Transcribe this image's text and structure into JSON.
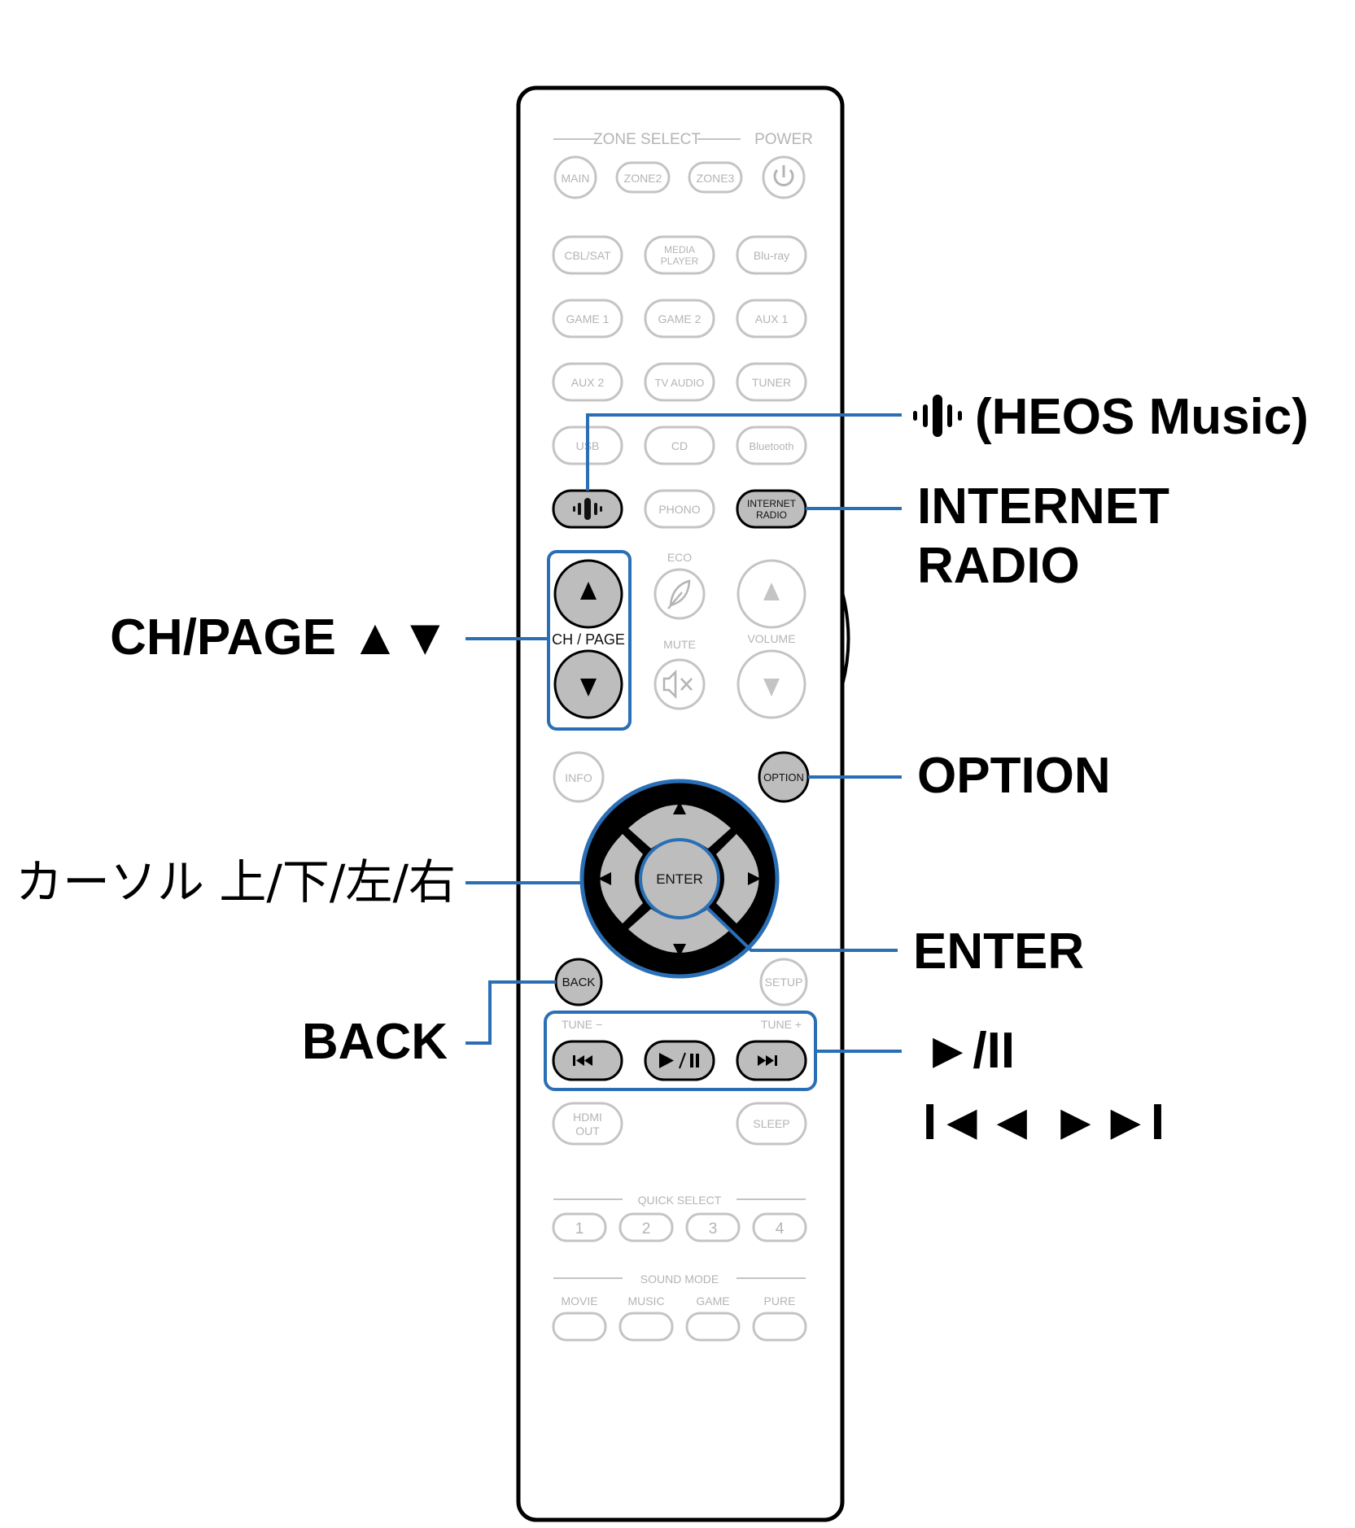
{
  "remote": {
    "zone_select": "ZONE SELECT",
    "power": "POWER",
    "main": "MAIN",
    "zone2": "ZONE2",
    "zone3": "ZONE3",
    "cbl_sat": "CBL/SAT",
    "media_player_1": "MEDIA",
    "media_player_2": "PLAYER",
    "bluray": "Blu-ray",
    "game1": "GAME 1",
    "game2": "GAME 2",
    "aux1": "AUX 1",
    "aux2": "AUX 2",
    "tv_audio": "TV AUDIO",
    "tuner": "TUNER",
    "usb": "USB",
    "cd": "CD",
    "bluetooth": "Bluetooth",
    "phono": "PHONO",
    "internet_radio_1": "INTERNET",
    "internet_radio_2": "RADIO",
    "eco": "ECO",
    "ch_page": "CH / PAGE",
    "mute": "MUTE",
    "volume": "VOLUME",
    "info": "INFO",
    "option": "OPTION",
    "enter": "ENTER",
    "back": "BACK",
    "setup": "SETUP",
    "tune_minus": "TUNE −",
    "tune_plus": "TUNE +",
    "hdmi_out_1": "HDMI",
    "hdmi_out_2": "OUT",
    "sleep": "SLEEP",
    "quick_select": "QUICK SELECT",
    "qs1": "1",
    "qs2": "2",
    "qs3": "3",
    "qs4": "4",
    "sound_mode": "SOUND MODE",
    "movie": "MOVIE",
    "music": "MUSIC",
    "game": "GAME",
    "pure": "PURE"
  },
  "callouts": {
    "heos": "(HEOS Music)",
    "internet_radio_1": "INTERNET",
    "internet_radio_2": "RADIO",
    "ch_page": "CH/PAGE ▲▼",
    "option": "OPTION",
    "cursor": "カーソル 上/下/左/右",
    "enter": "ENTER",
    "back": "BACK",
    "play_pause": "►/II",
    "skip": "I◄◄ ►►I"
  },
  "colors": {
    "highlight": "#2a6fb5",
    "active_button": "#bdbdbd",
    "inactive_outline": "#c4c4c4"
  }
}
